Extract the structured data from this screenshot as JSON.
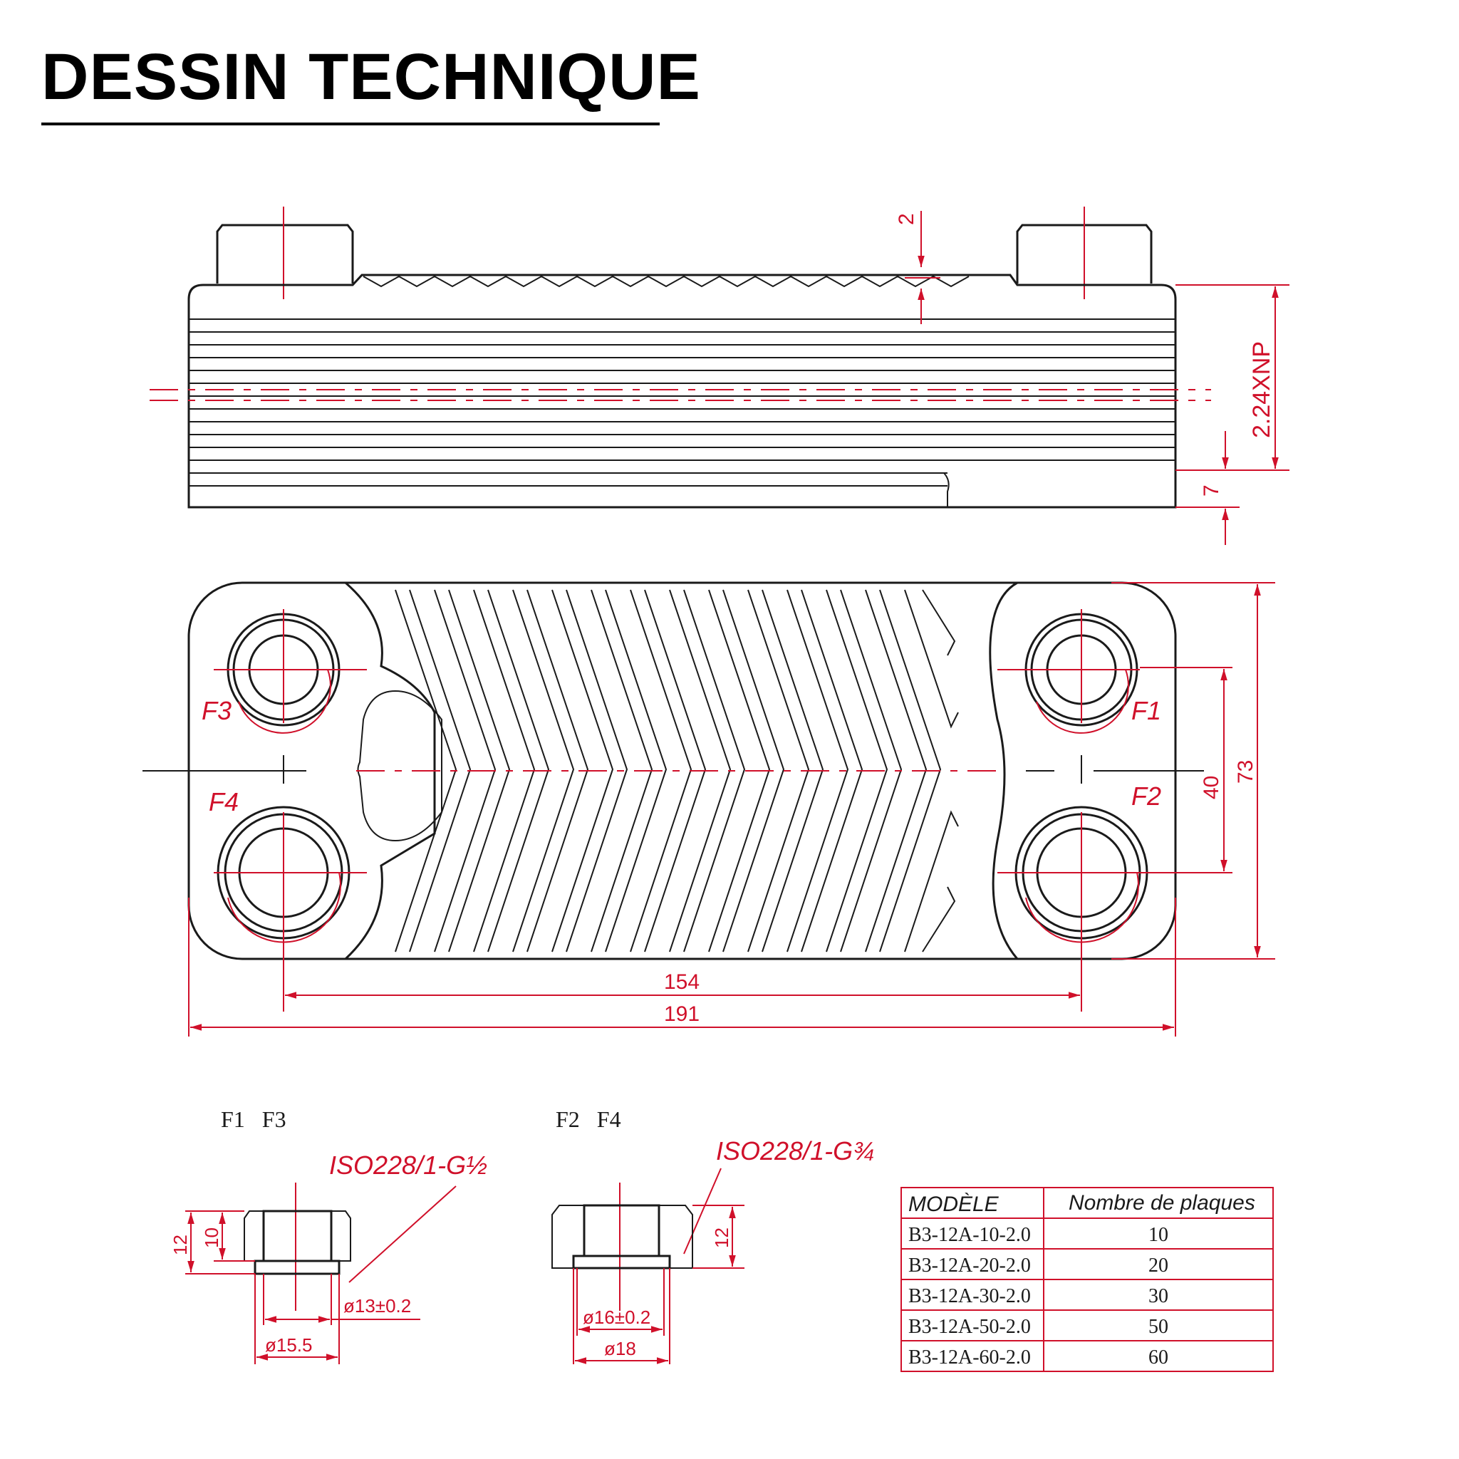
{
  "title": "DESSIN TECHNIQUE",
  "colors": {
    "dimension": "#d0102a",
    "outline": "#1a1a1a"
  },
  "side_view": {
    "dim_top_gap": "2",
    "dim_height": "2.24XNP",
    "dim_bottom": "7"
  },
  "front_view": {
    "ports": {
      "f1": "F1",
      "f2": "F2",
      "f3": "F3",
      "f4": "F4"
    },
    "dim_inner_width": "154",
    "dim_outer_width": "191",
    "dim_port_spacing": "40",
    "dim_height": "73"
  },
  "details": {
    "left": {
      "labels": "F1   F3",
      "thread": "ISO228/1-G½",
      "dim_h1": "12",
      "dim_h2": "10",
      "dim_d1": "ø13±0.2",
      "dim_d2": "ø15.5"
    },
    "right": {
      "labels": "F2   F4",
      "thread": "ISO228/1-G¾",
      "dim_h": "12",
      "dim_d1": "ø16±0.2",
      "dim_d2": "ø18"
    }
  },
  "model_table": {
    "headers": [
      "MODÈLE",
      "Nombre de plaques"
    ],
    "rows": [
      [
        "B3-12A-10-2.0",
        "10"
      ],
      [
        "B3-12A-20-2.0",
        "20"
      ],
      [
        "B3-12A-30-2.0",
        "30"
      ],
      [
        "B3-12A-50-2.0",
        "50"
      ],
      [
        "B3-12A-60-2.0",
        "60"
      ]
    ]
  }
}
